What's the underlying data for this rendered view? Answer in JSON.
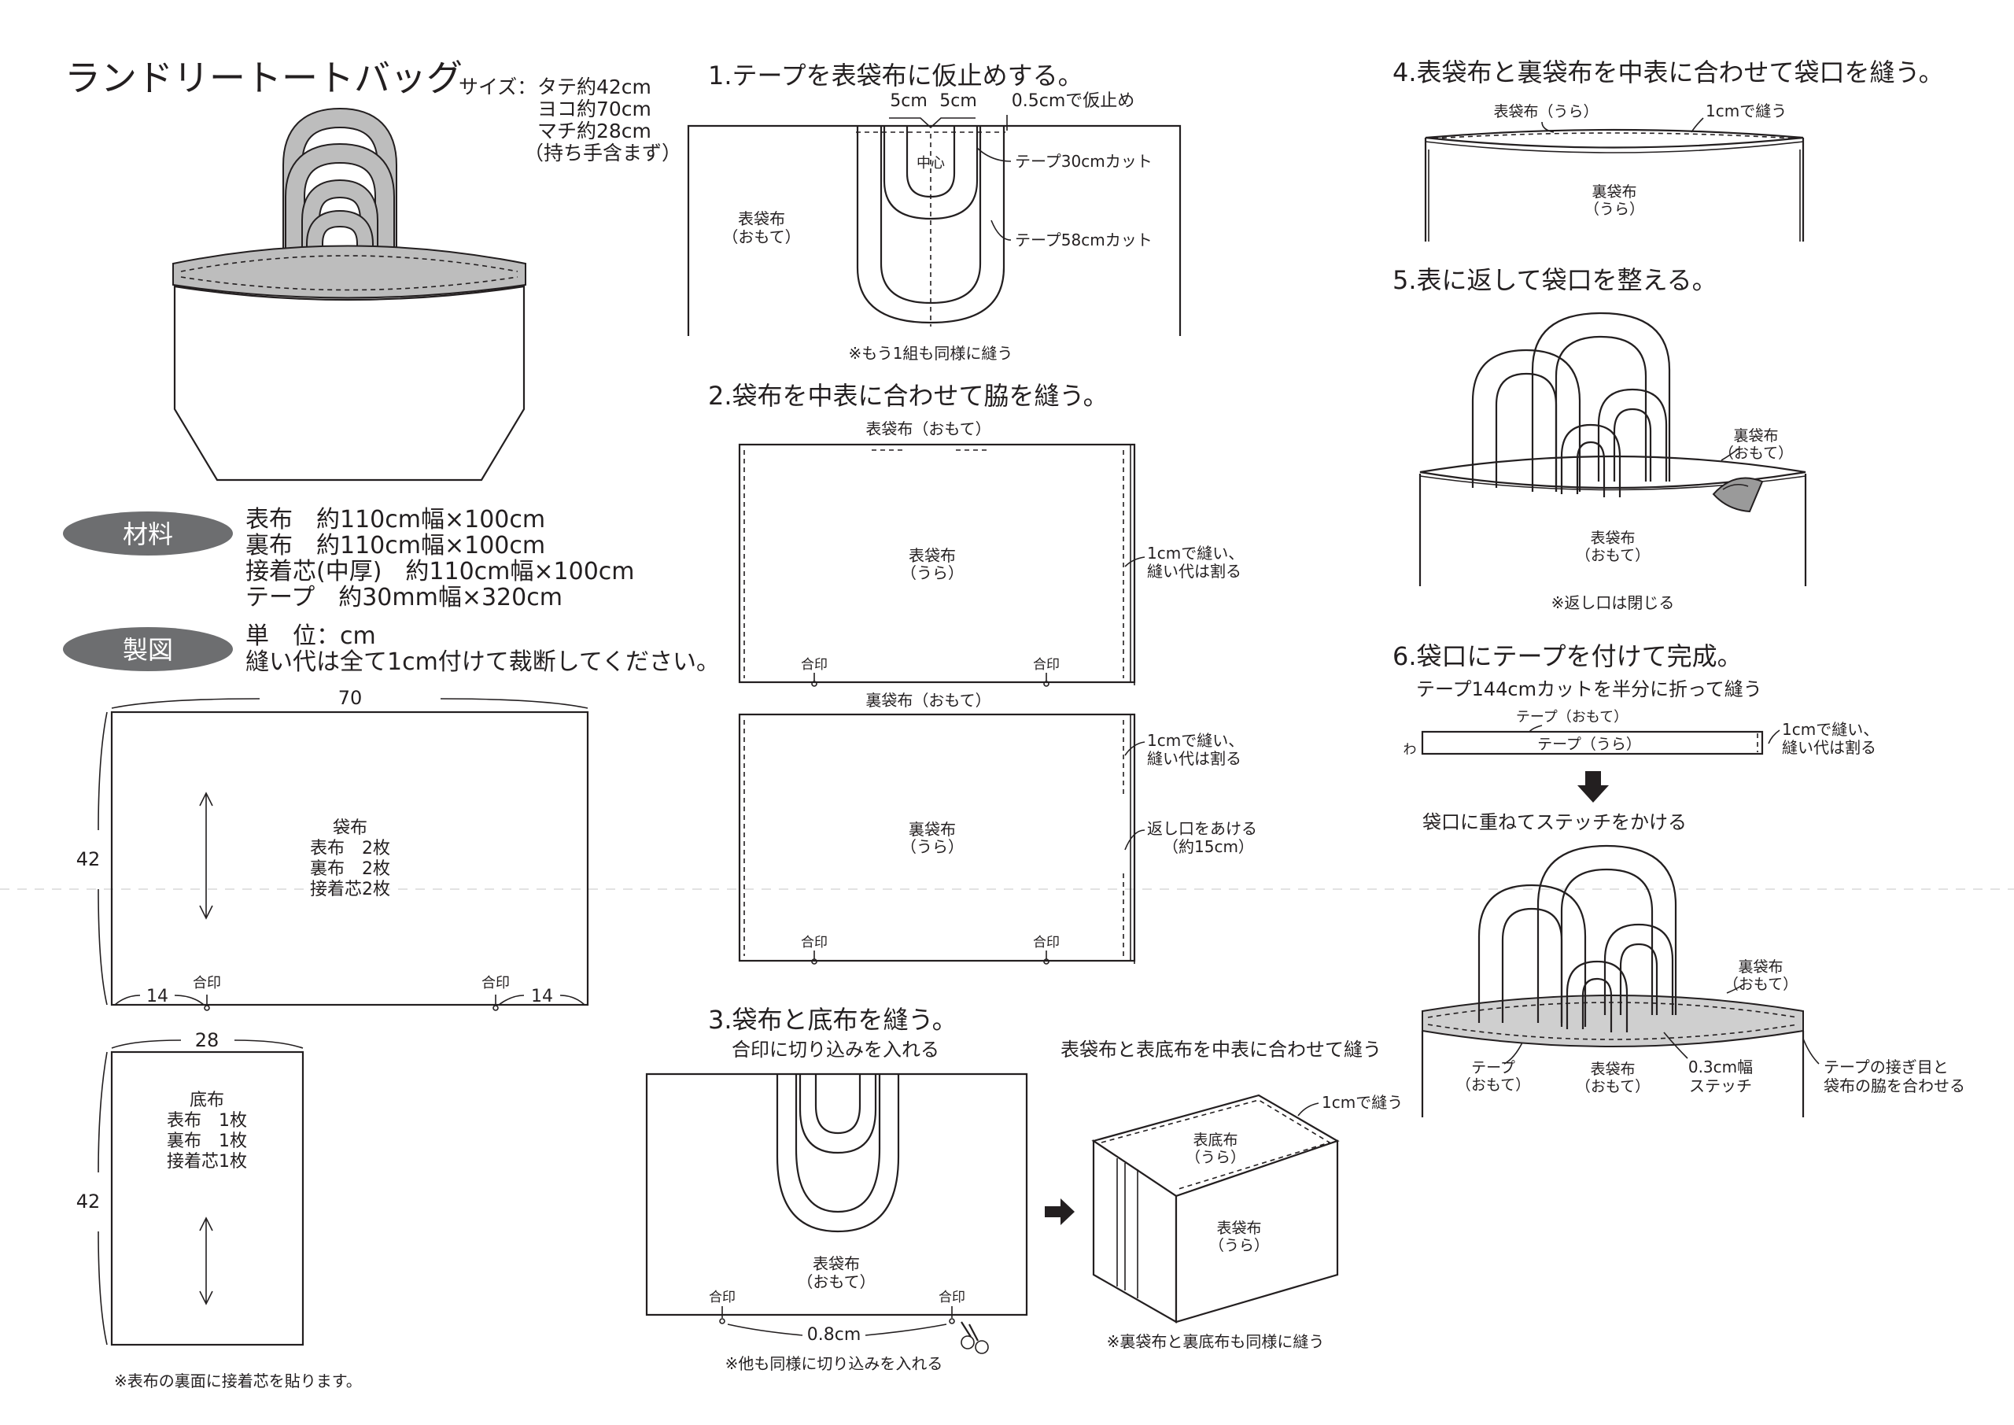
{
  "title": "ランドリートートバッグ",
  "size": {
    "label": "サイズ：",
    "lines": [
      "タテ約42cm",
      "ヨコ約70cm",
      "マチ約28cm",
      "（持ち手含まず）"
    ]
  },
  "materials": {
    "badge": "材料",
    "lines": [
      "表布　約110cm幅×100cm",
      "裏布　約110cm幅×100cm",
      "接着芯(中厚)　約110cm幅×100cm",
      "テープ　約30mm幅×320cm"
    ]
  },
  "drafting": {
    "badge": "製図",
    "lines": [
      "単　位：cm",
      "縫い代は全て1cm付けて裁断してください。"
    ]
  },
  "pattern_bag": {
    "width": "70",
    "height": "42",
    "title": "袋布",
    "lines": [
      "表布　2枚",
      "裏布　2枚",
      "接着芯2枚"
    ],
    "mark_left": "合印",
    "mark_right": "合印",
    "dim_left": "14",
    "dim_right": "14"
  },
  "pattern_bottom": {
    "width": "28",
    "height": "42",
    "title": "底布",
    "lines": [
      "表布　1枚",
      "裏布　1枚",
      "接着芯1枚"
    ]
  },
  "note_interfacing": "※表布の裏面に接着芯を貼ります。",
  "step1": {
    "title": "1.テープを表袋布に仮止めする。",
    "dim_a": "5cm",
    "dim_b": "5cm",
    "dim_c": "0.5cmで仮止め",
    "center": "中心",
    "tape30": "テープ30cmカット",
    "tape58": "テープ58cmカット",
    "fabric": "表袋布",
    "fabric_side": "（おもて）",
    "note": "※もう1組も同様に縫う"
  },
  "step2": {
    "title": "2.袋布を中表に合わせて脇を縫う。",
    "outer_top": "表袋布（おもて）",
    "outer_label": "表袋布",
    "outer_side": "（うら）",
    "seam1": "1cmで縫い、",
    "seam2": "縫い代は割る",
    "mark": "合印",
    "lining_top": "裏袋布（おもて）",
    "lining_label": "裏袋布",
    "lining_side": "（うら）",
    "opening1": "返し口をあける",
    "opening2": "（約15cm）"
  },
  "step3": {
    "title": "3.袋布と底布を縫う。",
    "sub": "合印に切り込みを入れる",
    "fabric": "表袋布",
    "fabric_side": "（おもて）",
    "mark": "合印",
    "notch": "0.8cm",
    "note": "※他も同様に切り込みを入れる",
    "right_title": "表袋布と表底布を中表に合わせて縫う",
    "seam": "1cmで縫う",
    "bottom": "表底布",
    "bottom_side": "（うら）",
    "bag": "表袋布",
    "bag_side": "（うら）",
    "right_note": "※裏袋布と裏底布も同様に縫う"
  },
  "step4": {
    "title": "4.表袋布と裏袋布を中表に合わせて袋口を縫う。",
    "outer": "表袋布（うら）",
    "seam": "1cmで縫う",
    "lining": "裏袋布",
    "lining_side": "（うら）"
  },
  "step5": {
    "title": "5.表に返して袋口を整える。",
    "lining": "裏袋布",
    "lining_side": "（おもて）",
    "outer": "表袋布",
    "outer_side": "（おもて）",
    "note": "※返し口は閉じる"
  },
  "step6": {
    "title": "6.袋口にテープを付けて完成。",
    "sub": "テープ144cmカットを半分に折って縫う",
    "tape_top": "テープ（おもて）",
    "tape_inner": "テープ（うら）",
    "wa": "わ",
    "seam1": "1cmで縫い、",
    "seam2": "縫い代は割る",
    "stitch_title": "袋口に重ねてステッチをかける",
    "lining": "裏袋布",
    "lining_side": "（おもて）",
    "tape": "テープ",
    "tape_side": "（おもて）",
    "outer": "表袋布",
    "outer_side": "（おもて）",
    "stitch1": "0.3cm幅",
    "stitch2": "ステッチ",
    "align1": "テープの接ぎ目と",
    "align2": "袋布の脇を合わせる"
  }
}
